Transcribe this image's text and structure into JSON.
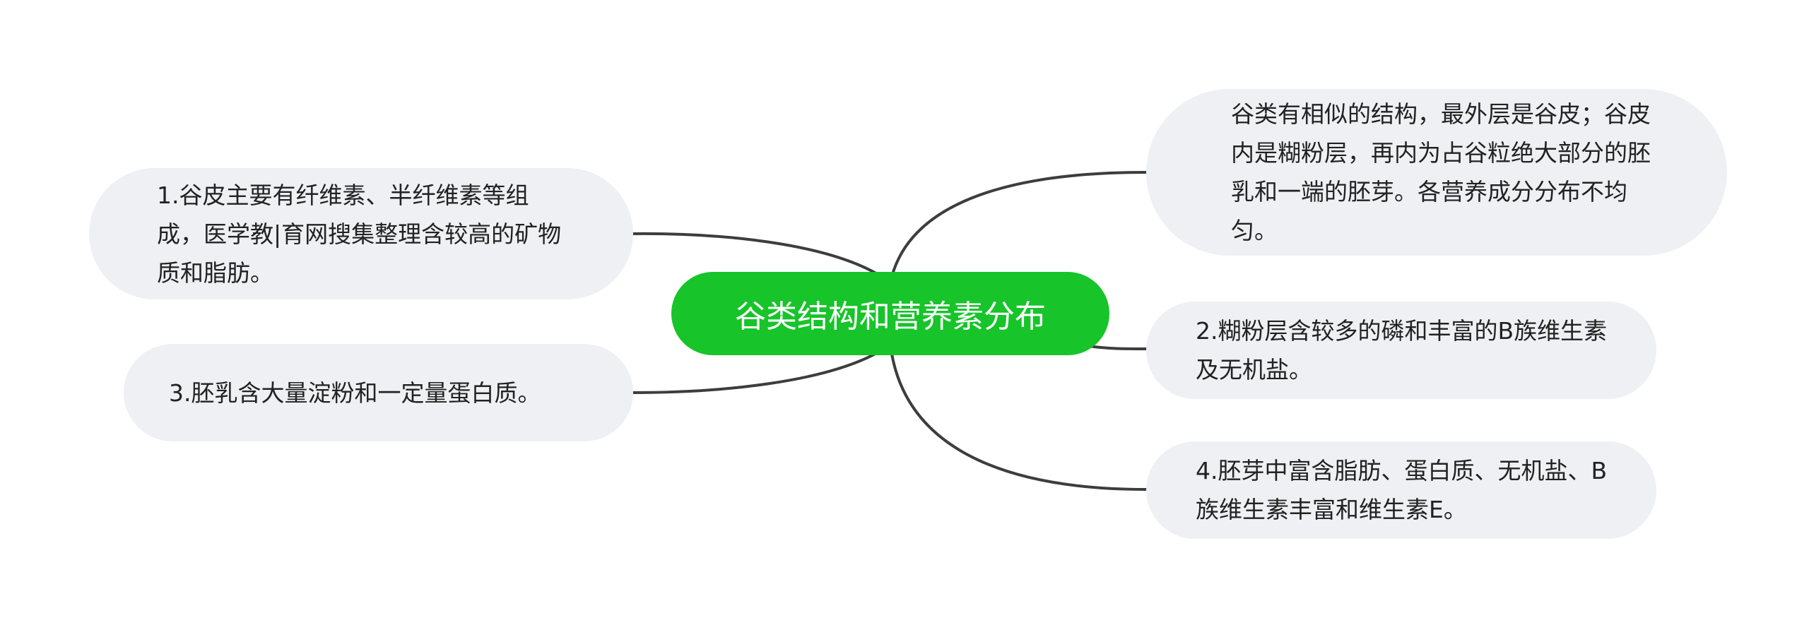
{
  "central": {
    "label": "谷类结构和营养素分布"
  },
  "branches": {
    "left_top": "1.谷皮主要有纤维素、半纤维素等组成，医学教|育网搜集整理含较高的矿物质和脂肪。",
    "left_bottom": "3.胚乳含大量淀粉和一定量蛋白质。",
    "right_top": "谷类有相似的结构，最外层是谷皮；谷皮内是糊粉层，再内为占谷粒绝大部分的胚乳和一端的胚芽。各营养成分分布不均匀。",
    "right_middle": "2.糊粉层含较多的磷和丰富的B族维生素及无机盐。",
    "right_bottom": "4.胚芽中富含脂肪、蛋白质、无机盐、B族维生素丰富和维生素E。"
  },
  "colors": {
    "central_fill": "#17c42a",
    "central_text": "#ffffff",
    "node_fill": "#eef0f3",
    "node_text": "#222222",
    "connector": "#3d3d3d"
  }
}
